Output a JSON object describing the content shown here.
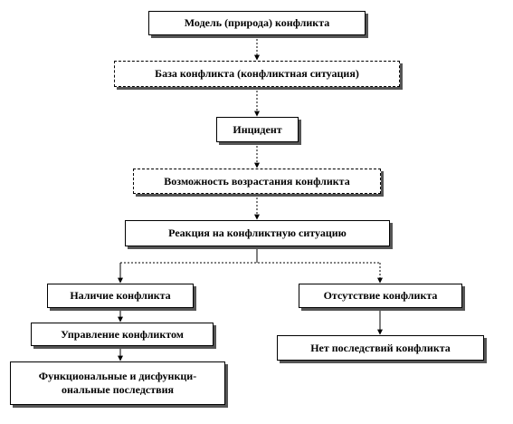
{
  "nodes": {
    "model": "Модель (природа) конфликта",
    "base": "База конфликта (конфликтная ситуация)",
    "incident": "Инцидент",
    "growth": "Возможность возрастания конфликта",
    "reaction": "Реакция на конфликтную ситуацию",
    "presence": "Наличие конфликта",
    "absence": "Отсутствие конфликта",
    "management": "Управление конфликтом",
    "no_consequences": "Нет последствий конфликта",
    "consequences": "Функциональные и дисфункци-ональные последствия"
  }
}
